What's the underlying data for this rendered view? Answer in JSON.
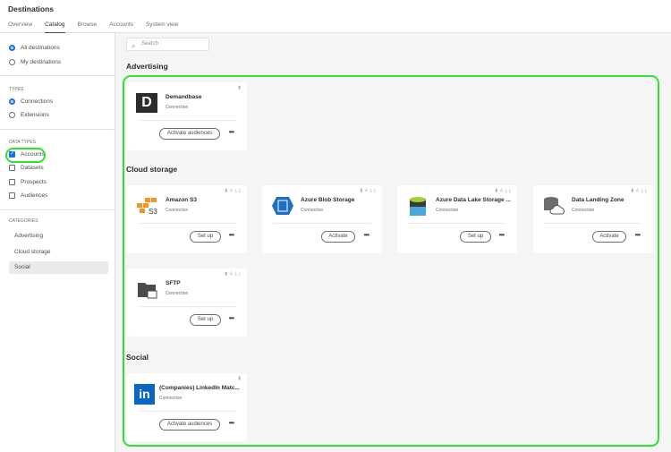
{
  "header": {
    "title": "Destinations",
    "tabs": [
      "Overview",
      "Catalog",
      "Browse",
      "Accounts",
      "System view"
    ],
    "active_tab": "Catalog"
  },
  "sidebar": {
    "scope": [
      {
        "label": "All destinations",
        "selected": true
      },
      {
        "label": "My destinations",
        "selected": false
      }
    ],
    "types_title": "TYPES",
    "types": [
      {
        "label": "Connections",
        "selected": true
      },
      {
        "label": "Extensions",
        "selected": false
      }
    ],
    "data_types_title": "DATA TYPES",
    "data_types": [
      {
        "label": "Accounts",
        "checked": true
      },
      {
        "label": "Datasets",
        "checked": false
      },
      {
        "label": "Prospects",
        "checked": false
      },
      {
        "label": "Audiences",
        "checked": false
      }
    ],
    "categories_title": "CATEGORIES",
    "categories": [
      "Advertising",
      "Cloud storage",
      "Social"
    ],
    "selected_category": "Social"
  },
  "search": {
    "placeholder": "Search"
  },
  "sections": {
    "advertising": {
      "title": "Advertising",
      "cards": [
        {
          "name": "Demandbase",
          "type": "Connection",
          "button": "Activate audiences"
        }
      ]
    },
    "cloud": {
      "title": "Cloud storage",
      "cards": [
        {
          "name": "Amazon S3",
          "type": "Connection",
          "button": "Set up"
        },
        {
          "name": "Azure Blob Storage",
          "type": "Connection",
          "button": "Activate"
        },
        {
          "name": "Azure Data Lake Storage ...",
          "type": "Connection",
          "button": "Set up"
        },
        {
          "name": "Data Landing Zone",
          "type": "Connection",
          "button": "Activate"
        },
        {
          "name": "SFTP",
          "type": "Connection",
          "button": "Set up"
        }
      ]
    },
    "social": {
      "title": "Social",
      "cards": [
        {
          "name": "(Companies) LinkedIn Matc...",
          "type": "Connection",
          "button": "Activate audiences"
        }
      ]
    }
  },
  "more_label": "•••"
}
